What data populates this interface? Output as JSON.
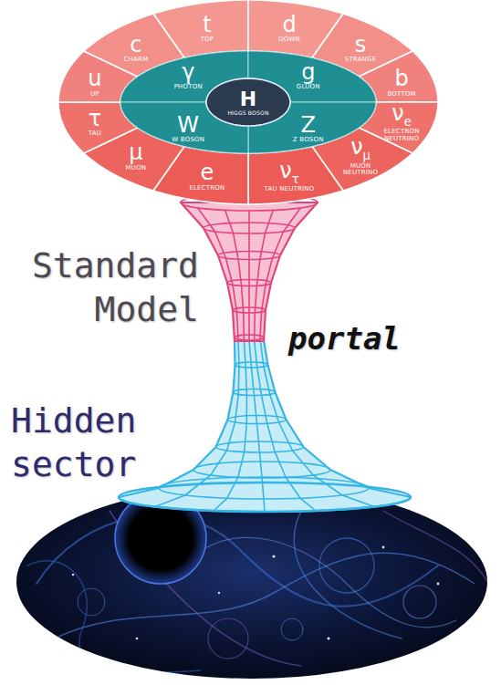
{
  "diagram": {
    "nodes": [
      {
        "text": [
          "t",
          "TOP"
        ]
      },
      {
        "text": [
          "d",
          "DOWN"
        ]
      },
      {
        "text": [
          "s",
          "STRANGE"
        ]
      },
      {
        "text": [
          "b",
          "BOTTOM"
        ]
      },
      {
        "text": [
          "νe",
          "ELECTRON NEUTRINO"
        ]
      },
      {
        "text": [
          "νμ",
          "MUON NEUTRINO"
        ]
      },
      {
        "text": [
          "ντ",
          "TAU NEUTRINO"
        ]
      },
      {
        "text": [
          "e",
          "ELECTRON"
        ]
      },
      {
        "text": [
          "μ",
          "MUON"
        ]
      },
      {
        "text": [
          "τ",
          "TAU"
        ]
      },
      {
        "text": [
          "u",
          "UP"
        ]
      },
      {
        "text": [
          "c",
          "CHARM"
        ]
      },
      {
        "text": [
          "γ",
          "PHOTON"
        ]
      },
      {
        "text": [
          "g",
          "GLUON"
        ]
      },
      {
        "text": [
          "Z",
          "Z BOSON"
        ]
      },
      {
        "text": [
          "W",
          "W BOSON"
        ]
      },
      {
        "text": [
          "H",
          "HIGGS BOSON"
        ]
      }
    ],
    "labels": [
      "Standard Model",
      "portal",
      "Hidden sector"
    ]
  }
}
